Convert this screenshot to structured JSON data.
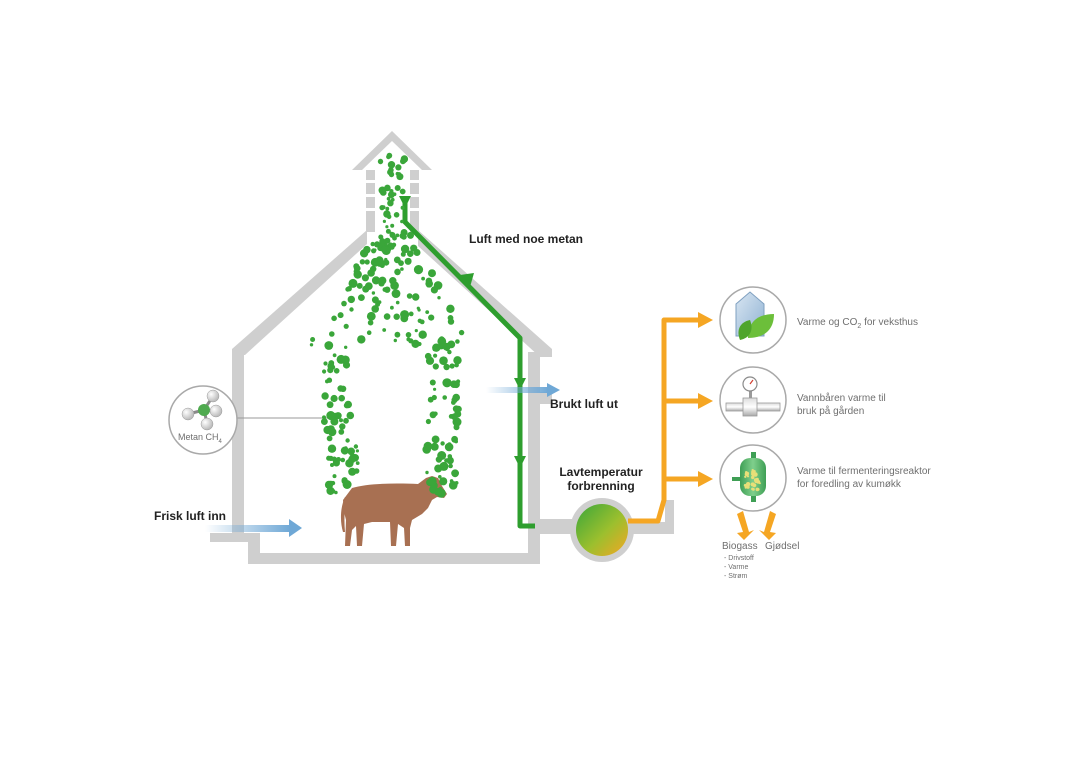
{
  "labels": {
    "air_with_methane": "Luft med noe metan",
    "used_air_out": "Brukt luft ut",
    "fresh_air_in": "Frisk luft inn",
    "combustion_line1": "Lavtemperatur",
    "combustion_line2": "forbrenning",
    "methane_prefix": "Metan CH",
    "methane_sub": "4"
  },
  "outputs": [
    {
      "text_before": "Varme og CO",
      "sub": "2",
      "text_after": " for veksthus"
    },
    {
      "line1": "Vannbåren varme til",
      "line2": "bruk på gården"
    },
    {
      "line1": "Varme til fermenteringsreaktor",
      "line2": "for foredling av kumøkk"
    }
  ],
  "products": {
    "biogas": "Biogass",
    "fertilizer": "Gjødsel",
    "biogas_uses": [
      "- Drivstoff",
      "- Varme",
      "- Strøm"
    ]
  },
  "colors": {
    "house": "#cfcfcf",
    "methane_green": "#3aa63a",
    "pipe_green": "#2e9e2e",
    "heat_orange": "#f5a623",
    "air_blue": "#6fa8d6",
    "cow": "#a87052"
  }
}
